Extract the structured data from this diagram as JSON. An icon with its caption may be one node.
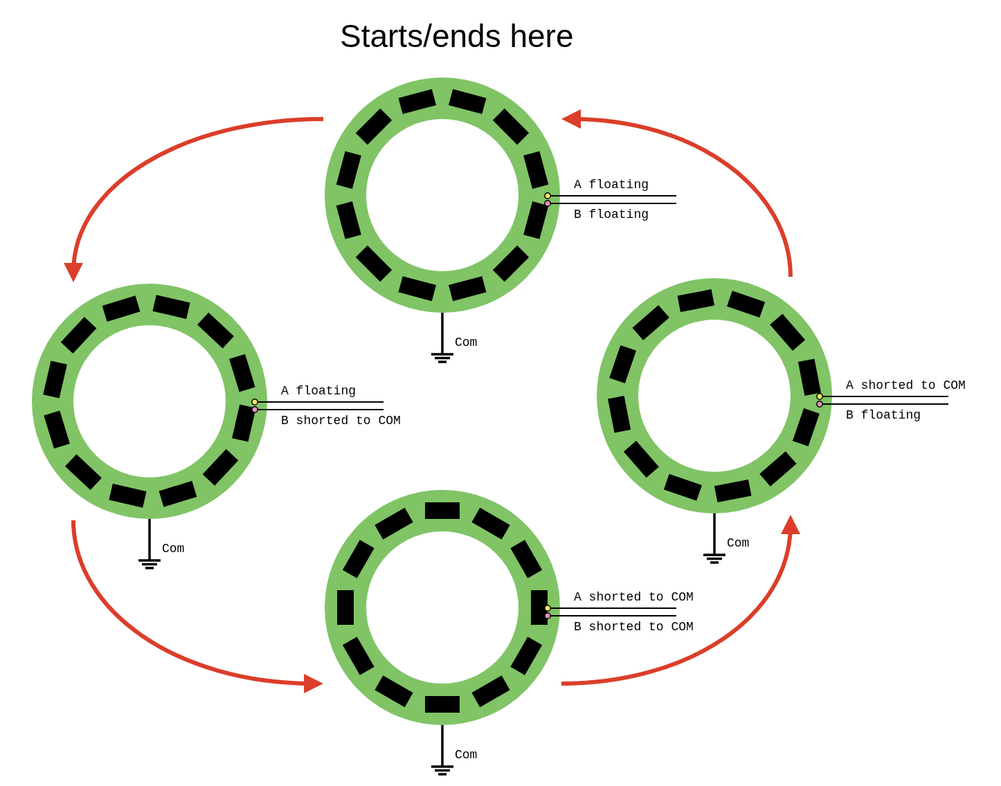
{
  "diagram": {
    "title": "Starts/ends here",
    "nodes": [
      {
        "text": [],
        "shape": "circle",
        "beside": [
          "A floating",
          "B floating",
          "Com"
        ]
      },
      {
        "text": [],
        "shape": "circle",
        "beside": [
          "A floating",
          "B shorted to COM",
          "Com"
        ]
      },
      {
        "text": [],
        "shape": "circle",
        "beside": [
          "A shorted to COM",
          "B shorted to COM",
          "Com"
        ]
      },
      {
        "text": [],
        "shape": "circle",
        "beside": [
          "A shorted to COM",
          "B floating",
          "Com"
        ]
      }
    ],
    "edges": [
      {
        "from": 0,
        "to": 1,
        "arrow": "to"
      },
      {
        "from": 1,
        "to": 2,
        "arrow": "to"
      },
      {
        "from": 2,
        "to": 3,
        "arrow": "to"
      },
      {
        "from": 3,
        "to": 0,
        "arrow": "to"
      }
    ]
  }
}
